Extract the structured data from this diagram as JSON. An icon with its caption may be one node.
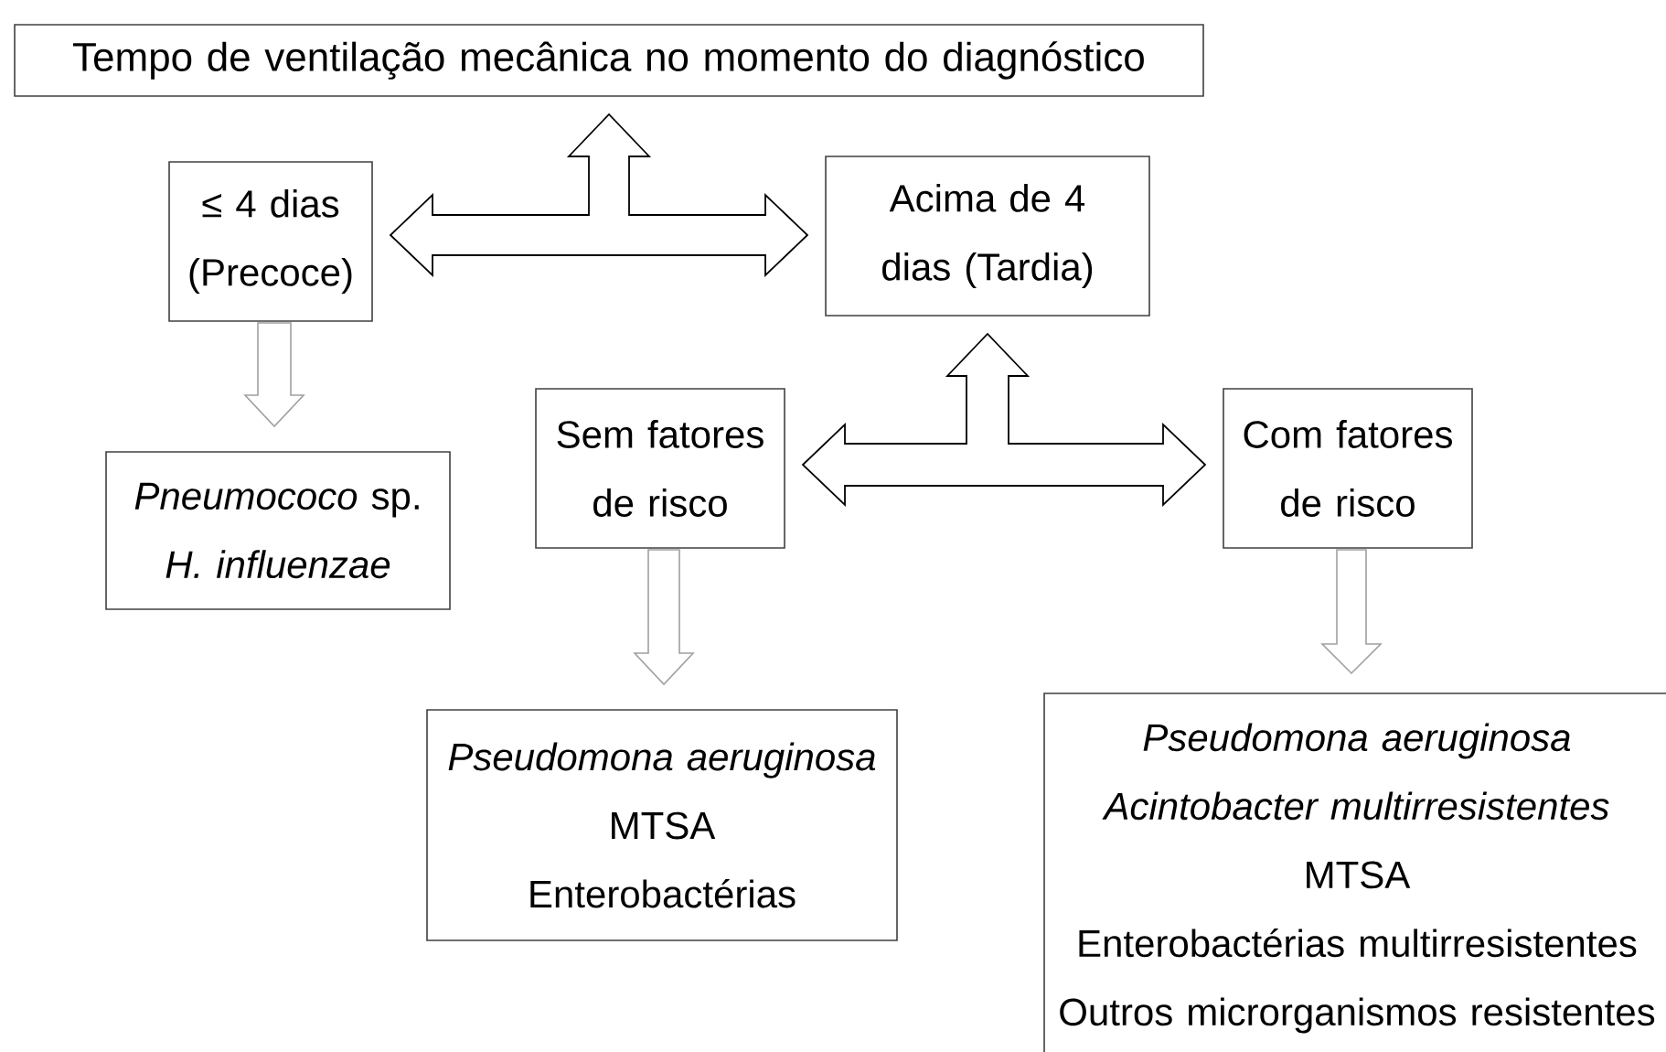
{
  "diagram": {
    "nodes": [
      {
        "text": [
          "Tempo de ventilação mecânica no momento do diagnóstico"
        ]
      },
      {
        "text": [
          "≤ 4 dias (Precoce)"
        ]
      },
      {
        "text": [
          "Acima de 4 dias (Tardia)"
        ]
      },
      {
        "text": [
          "Sem fatores de risco"
        ]
      },
      {
        "text": [
          "Com fatores de risco"
        ]
      },
      {
        "text": [
          "*Pneumococo* sp.",
          "H. influenzae"
        ]
      },
      {
        "text": [
          "Pseudomona aeruginosa",
          "MTSA",
          "Enterobactérias"
        ]
      },
      {
        "text": [
          "Pseudomona aeruginosa",
          "Acintobacter multirresistentes",
          "MTSA",
          "Enterobactérias multirresistentes",
          "Outros microrganismos resistentes"
        ]
      }
    ],
    "edges": [
      {
        "from": 0,
        "to": 1,
        "arrow": "both"
      },
      {
        "from": 0,
        "to": 2,
        "arrow": "both"
      },
      {
        "from": 2,
        "to": 3,
        "arrow": "both"
      },
      {
        "from": 2,
        "to": 4,
        "arrow": "both"
      },
      {
        "from": 1,
        "to": 5,
        "arrow": "to",
        "color": "#a0a0a0"
      },
      {
        "from": 3,
        "to": 6,
        "arrow": "to",
        "color": "#a0a0a0"
      },
      {
        "from": 4,
        "to": 7,
        "arrow": "to",
        "color": "#a0a0a0"
      }
    ]
  }
}
